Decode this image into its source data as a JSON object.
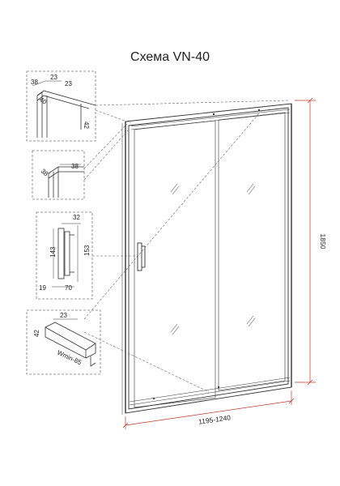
{
  "title": "Схема VN-40",
  "dimensions": {
    "overall_height": "1850",
    "overall_width": "1195-1240"
  },
  "detail_top": {
    "d1": "38",
    "d2": "23",
    "d3": "23",
    "d4": "40",
    "d5": "42"
  },
  "detail_wall": {
    "d1": "38",
    "d2": "38"
  },
  "detail_handle": {
    "d1": "32",
    "d2": "143",
    "d3": "153",
    "d4": "19",
    "d5": "70"
  },
  "detail_bottom": {
    "d1": "23",
    "d2": "42",
    "d3": "Wmin-85"
  },
  "colors": {
    "line": "#333333",
    "leader": "#555555",
    "dim_line": "#c0392b",
    "detail_box": "#777777"
  }
}
